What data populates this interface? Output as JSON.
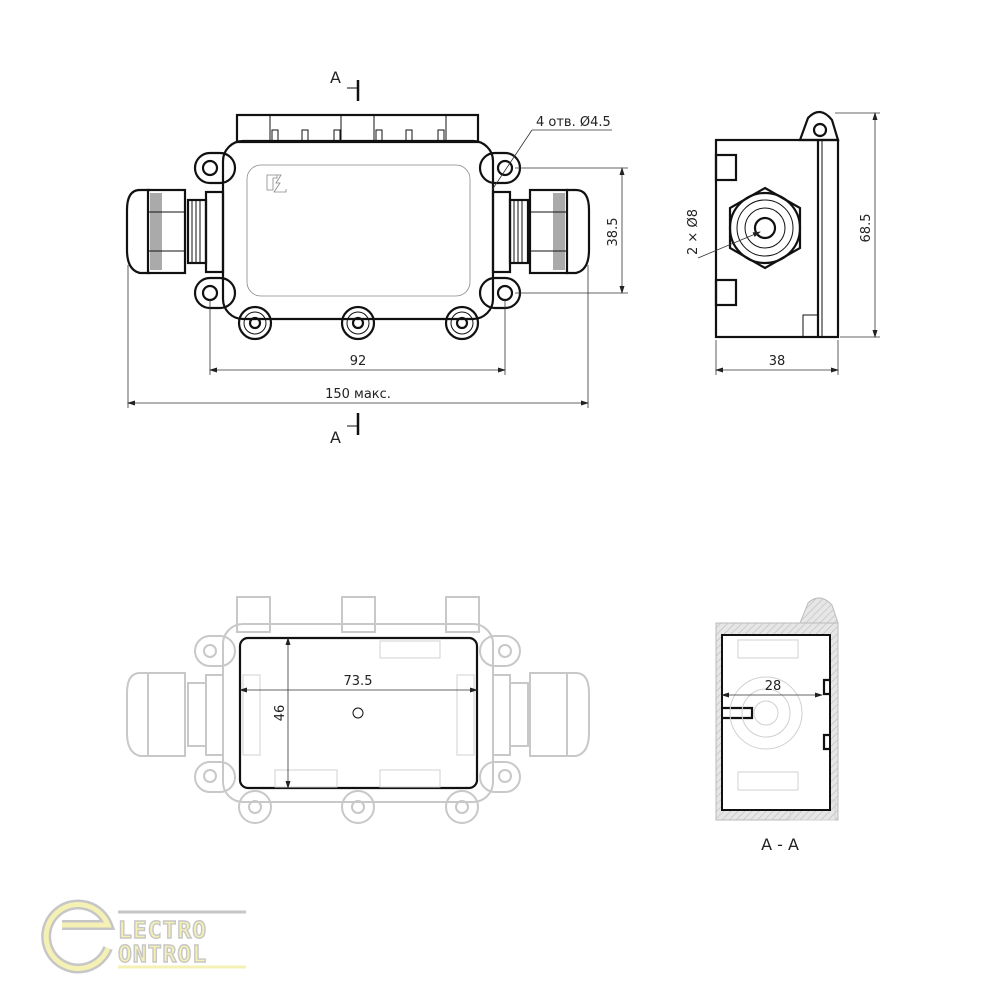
{
  "top_view": {
    "section_mark_top": "A",
    "section_mark_bottom": "A",
    "holes_label": "4 отв. Ø4.5",
    "height_dim": "38.5",
    "mount_width_dim": "92",
    "overall_width_dim": "150 макс."
  },
  "side_view": {
    "gland_dim": "2 × Ø8",
    "height_dim": "68.5",
    "depth_dim": "38"
  },
  "inner_view": {
    "inner_width_dim": "73.5",
    "inner_height_dim": "46"
  },
  "section_view": {
    "inner_depth_dim": "28",
    "title": "A - A"
  },
  "logo": {
    "line1": "LECTRO",
    "line2": "ONTROL",
    "letter": "e"
  },
  "colors": {
    "line": "#111111",
    "faded": "#c8c8c8",
    "logo_fill": "#f4efa8",
    "logo_stroke": "#bdbdbd"
  }
}
